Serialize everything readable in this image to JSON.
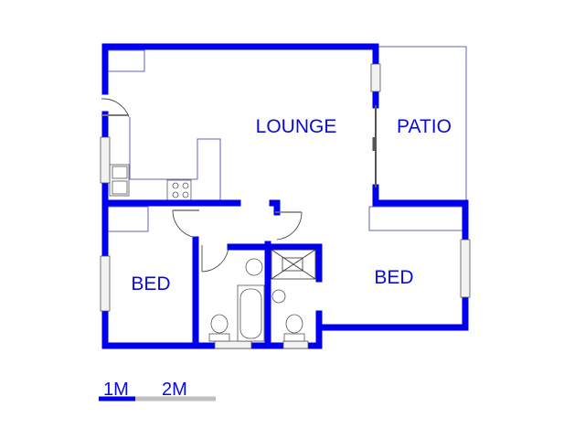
{
  "rooms": {
    "lounge": "LOUNGE",
    "patio": "PATIO",
    "bed_left": "BED",
    "bed_right": "BED"
  },
  "scale_bar": {
    "label_1": "1M",
    "label_2": "2M"
  },
  "colors": {
    "wall": "#0000ee",
    "label": "#0a0ae0",
    "scale_grey": "#c0c0c0"
  }
}
